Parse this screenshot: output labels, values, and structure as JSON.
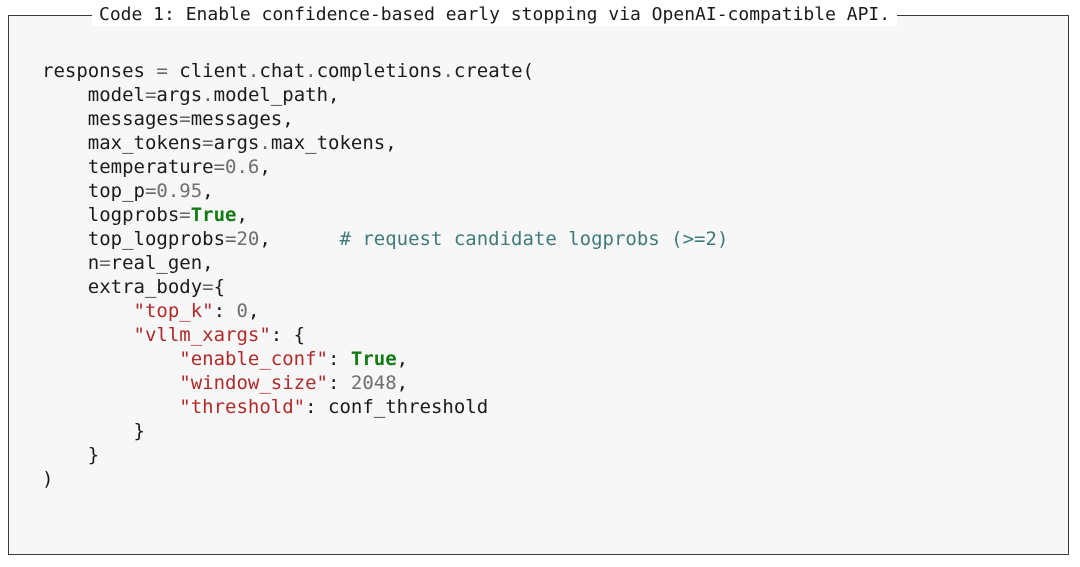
{
  "caption": "Code 1: Enable confidence-based early stopping via OpenAI-compatible API.",
  "lines": [
    [
      [
        "plain",
        "responses "
      ],
      [
        "op",
        "="
      ],
      [
        "plain",
        " client"
      ],
      [
        "op",
        "."
      ],
      [
        "plain",
        "chat"
      ],
      [
        "op",
        "."
      ],
      [
        "plain",
        "completions"
      ],
      [
        "op",
        "."
      ],
      [
        "plain",
        "create("
      ]
    ],
    [
      [
        "plain",
        "    model"
      ],
      [
        "op",
        "="
      ],
      [
        "plain",
        "args"
      ],
      [
        "op",
        "."
      ],
      [
        "plain",
        "model_path,"
      ]
    ],
    [
      [
        "plain",
        "    messages"
      ],
      [
        "op",
        "="
      ],
      [
        "plain",
        "messages,"
      ]
    ],
    [
      [
        "plain",
        "    max_tokens"
      ],
      [
        "op",
        "="
      ],
      [
        "plain",
        "args"
      ],
      [
        "op",
        "."
      ],
      [
        "plain",
        "max_tokens,"
      ]
    ],
    [
      [
        "plain",
        "    temperature"
      ],
      [
        "op",
        "="
      ],
      [
        "num",
        "0.6"
      ],
      [
        "plain",
        ","
      ]
    ],
    [
      [
        "plain",
        "    top_p"
      ],
      [
        "op",
        "="
      ],
      [
        "num",
        "0.95"
      ],
      [
        "plain",
        ","
      ]
    ],
    [
      [
        "plain",
        "    logprobs"
      ],
      [
        "op",
        "="
      ],
      [
        "kw",
        "True"
      ],
      [
        "plain",
        ","
      ]
    ],
    [
      [
        "plain",
        "    top_logprobs"
      ],
      [
        "op",
        "="
      ],
      [
        "num",
        "20"
      ],
      [
        "plain",
        ",      "
      ],
      [
        "comment",
        "# request candidate logprobs (>=2)"
      ]
    ],
    [
      [
        "plain",
        "    n"
      ],
      [
        "op",
        "="
      ],
      [
        "plain",
        "real_gen,"
      ]
    ],
    [
      [
        "plain",
        "    extra_body"
      ],
      [
        "op",
        "="
      ],
      [
        "plain",
        "{"
      ]
    ],
    [
      [
        "plain",
        "        "
      ],
      [
        "str",
        "\"top_k\""
      ],
      [
        "plain",
        ": "
      ],
      [
        "num",
        "0"
      ],
      [
        "plain",
        ","
      ]
    ],
    [
      [
        "plain",
        "        "
      ],
      [
        "str",
        "\"vllm_xargs\""
      ],
      [
        "plain",
        ": {"
      ]
    ],
    [
      [
        "plain",
        "            "
      ],
      [
        "str",
        "\"enable_conf\""
      ],
      [
        "plain",
        ": "
      ],
      [
        "kw",
        "True"
      ],
      [
        "plain",
        ","
      ]
    ],
    [
      [
        "plain",
        "            "
      ],
      [
        "str",
        "\"window_size\""
      ],
      [
        "plain",
        ": "
      ],
      [
        "num",
        "2048"
      ],
      [
        "plain",
        ","
      ]
    ],
    [
      [
        "plain",
        "            "
      ],
      [
        "str",
        "\"threshold\""
      ],
      [
        "plain",
        ": conf_threshold"
      ]
    ],
    [
      [
        "plain",
        "        }"
      ]
    ],
    [
      [
        "plain",
        "    }"
      ]
    ],
    [
      [
        "plain",
        ")"
      ]
    ]
  ]
}
